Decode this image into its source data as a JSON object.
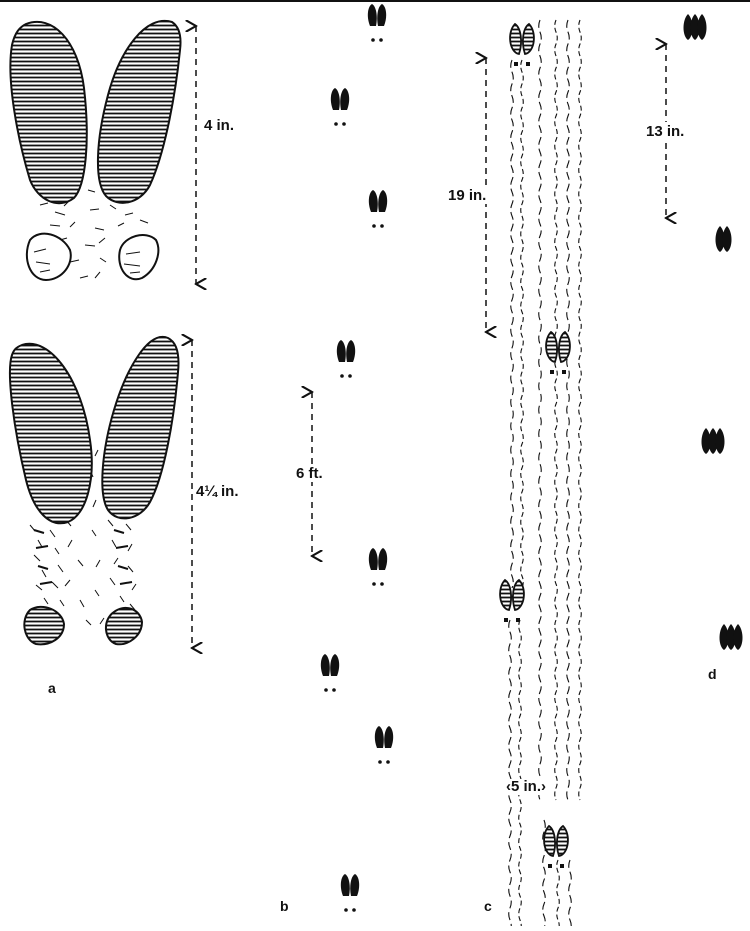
{
  "panels": {
    "a": "a",
    "b": "b",
    "c": "c",
    "d": "d"
  },
  "measurements": {
    "a_top": "4 in.",
    "a_bottom": "4¼ in.",
    "b_stride": "6 ft.",
    "c_stride": "19 in.",
    "c_width": "‹5 in.›",
    "d_stride": "13 in."
  },
  "colors": {
    "ink": "#111111",
    "background": "#ffffff"
  },
  "icons": {
    "track": "deer-hoof-print-icon",
    "drag": "drag-mark-icon"
  }
}
